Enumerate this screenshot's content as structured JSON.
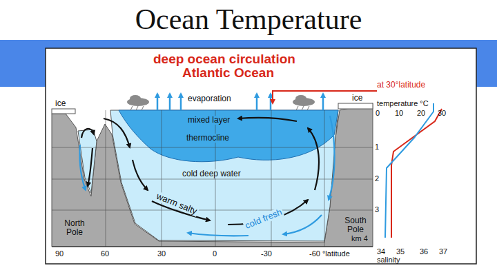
{
  "diagram": {
    "title": "Ocean Temperature",
    "labels": [
      "deep ocean circulation",
      "Atlantic Ocean",
      "at 30°latitude",
      "evaporation",
      "ice",
      "ice",
      "mixed layer",
      "thermocline",
      "cold deep water",
      "warm salty",
      "cold fresh",
      "North Pole",
      "South Pole",
      "temperature °C",
      "0",
      "10",
      "20",
      "30",
      "1",
      "2",
      "3",
      "km 4",
      "90",
      "60",
      "30",
      "0",
      "-30",
      "-60 °latitude",
      "34",
      "35",
      "36",
      "37",
      "salinity"
    ]
  }
}
